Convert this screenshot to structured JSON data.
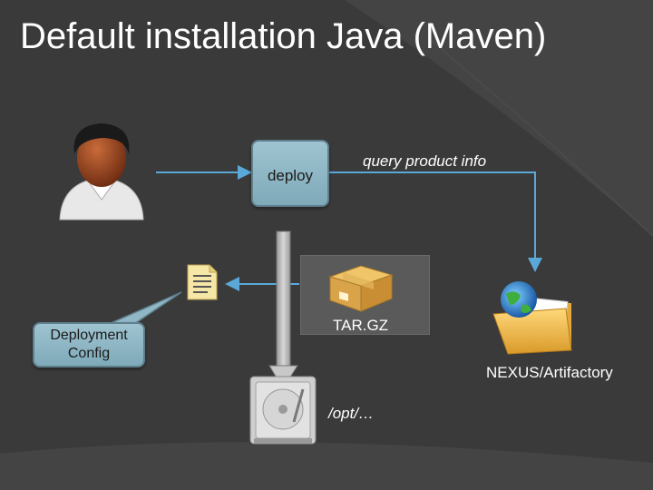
{
  "slide": {
    "title": "Default installation Java (Maven)"
  },
  "diagram": {
    "deploy_label": "deploy",
    "config_label_line1": "Deployment",
    "config_label_line2": "Config",
    "query_label": "query product info",
    "archive_label": "TAR.GZ",
    "repository_label": "NEXUS/Artifactory",
    "install_path_label": "/opt/…"
  },
  "icons": [
    "user-avatar-icon",
    "document-icon",
    "package-box-icon",
    "network-folder-icon",
    "hard-drive-icon"
  ],
  "colors": {
    "background": "#3a3a3a",
    "box_fill": "#8fb7c6",
    "arrow": "#5aa8d8",
    "text": "#ffffff"
  }
}
